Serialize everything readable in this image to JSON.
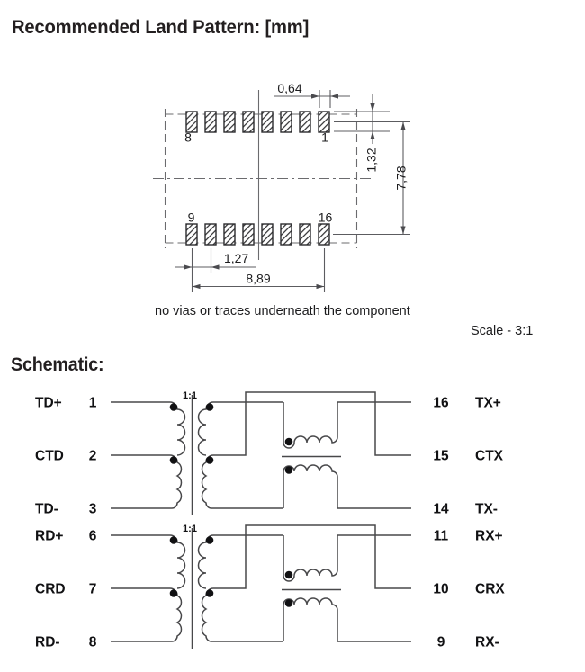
{
  "page": {
    "title": "Recommended Land Pattern: [mm]",
    "schematic_heading": "Schematic:",
    "note": "no vias or traces underneath the component",
    "scale": "Scale - 3:1"
  },
  "land_pattern": {
    "dims": {
      "pad_width": "0,64",
      "pad_height": "1,32",
      "row_span": "7,78",
      "pitch": "1,27",
      "total_span": "8,89"
    },
    "pads": {
      "top_left": "8",
      "top_right": "1",
      "bottom_left": "9",
      "bottom_right": "16"
    }
  },
  "schematic": {
    "turns_ratio": "1:1",
    "groups": [
      {
        "left": [
          {
            "name": "TD+",
            "pin": "1"
          },
          {
            "name": "CTD",
            "pin": "2"
          },
          {
            "name": "TD-",
            "pin": "3"
          }
        ],
        "right": [
          {
            "pin": "16",
            "name": "TX+"
          },
          {
            "pin": "15",
            "name": "CTX"
          },
          {
            "pin": "14",
            "name": "TX-"
          }
        ]
      },
      {
        "left": [
          {
            "name": "RD+",
            "pin": "6"
          },
          {
            "name": "CRD",
            "pin": "7"
          },
          {
            "name": "RD-",
            "pin": "8"
          }
        ],
        "right": [
          {
            "pin": "11",
            "name": "RX+"
          },
          {
            "pin": "10",
            "name": "CRX"
          },
          {
            "pin": "9",
            "name": "RX-"
          }
        ]
      }
    ]
  }
}
